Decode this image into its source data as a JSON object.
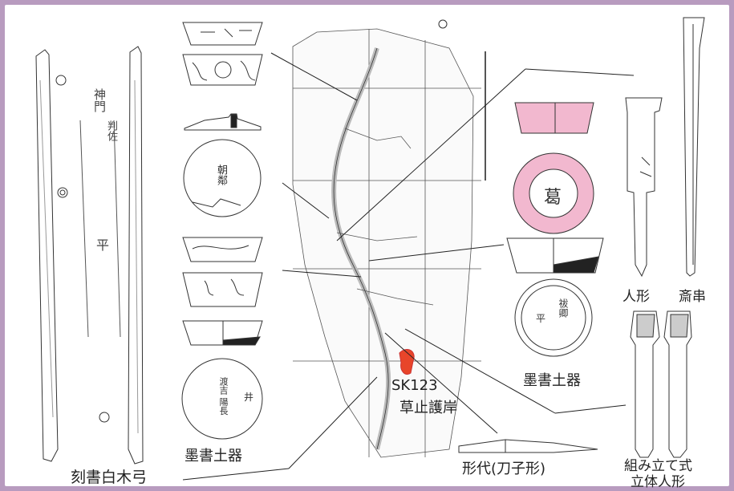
{
  "labels": {
    "bow": "刻書白木弓",
    "bokusho_left": "墨書土器",
    "sk123": "SK123",
    "revetment": "草止護岸",
    "bokusho_right": "墨書土器",
    "katashiro": "形代(刀子形)",
    "hitogata": "人形",
    "igushi": "斎串",
    "assembled_line1": "組み立て式",
    "assembled_line2": "立体人形"
  },
  "inscriptions": {
    "bow": "神門",
    "bow_sub": "判佐",
    "bow_low": "平",
    "plate_left": "朝鄰",
    "plate_right": "葛",
    "plate_right_low": "祓卿",
    "plate_right_low2": "平",
    "plate_bottom": "渡吉 陽長",
    "plate_bottom_side": "井"
  },
  "colors": {
    "frame": "#b89bbf",
    "pink": "#f2b8cf",
    "feature_red": "#e8452a",
    "ink": "#222222"
  },
  "icons": [
    "north-arrow-icon"
  ]
}
